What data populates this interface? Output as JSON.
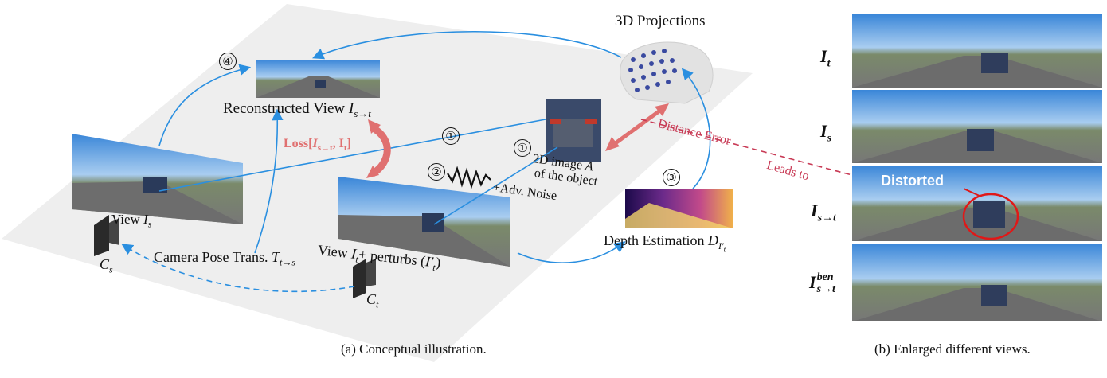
{
  "labels": {
    "projections": "3D Projections",
    "reconstructed": "Reconstructed View",
    "reconstructed_sym": "I",
    "reconstructed_sub": "s→t",
    "loss": "Loss[",
    "loss_args": "I",
    "loss_sub1": "s→t",
    "loss_mid": ", I",
    "loss_sub2": "t",
    "loss_end": "]",
    "view_s": "View",
    "view_s_sym": "I",
    "view_s_sub": "s",
    "cam_s": "C",
    "cam_s_sub": "s",
    "cam_t": "C",
    "cam_t_sub": "t",
    "pose": "Camera Pose Trans.",
    "pose_sym": "T",
    "pose_sub": "t→s",
    "view_t": "View",
    "view_t_sym": "I",
    "view_t_sub": "t",
    "view_t_rest": "+ perturbs (",
    "view_t_prime": "I′",
    "view_t_prime_sub": "t",
    "view_t_close": ")",
    "noise": "+Adv. Noise",
    "image_a_1": "2D  image",
    "image_a_sym": "A",
    "image_a_2": "of the object",
    "distance_error": "Distance Error",
    "leads_to": "Leads to",
    "depth": "Depth Estimation",
    "depth_sym": "D",
    "depth_sub": "I′",
    "depth_subsub": "t",
    "distorted": "Distorted",
    "caption_a": "(a) Conceptual illustration.",
    "caption_b": "(b) Enlarged different views."
  },
  "steps": {
    "one": "①",
    "two": "②",
    "three": "③",
    "four": "④"
  },
  "rows": [
    {
      "sym": "I",
      "sub": "t",
      "sup": ""
    },
    {
      "sym": "I",
      "sub": "s",
      "sup": ""
    },
    {
      "sym": "I",
      "sub": "s→t",
      "sup": ""
    },
    {
      "sym": "I",
      "sub": "s→t",
      "sup": "ben"
    }
  ],
  "colors": {
    "arrow_blue": "#2a8fe0",
    "loss_red": "#e07070",
    "error_red": "#c83a55",
    "plane": "#eeeeee"
  }
}
